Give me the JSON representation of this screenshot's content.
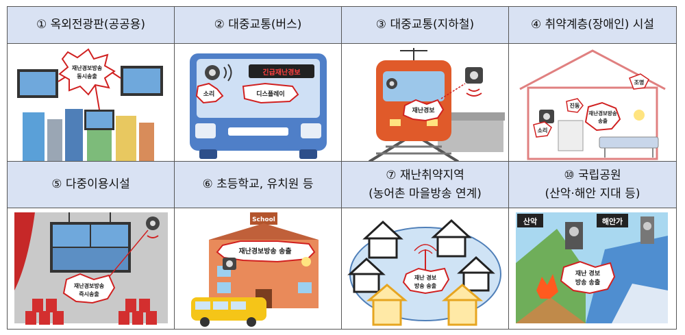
{
  "panels": [
    {
      "title": "① 옥외전광판(공공용)",
      "labels": {
        "burst": "재난경보방송\n동시송출"
      }
    },
    {
      "title": "② 대중교통(버스)",
      "labels": {
        "badge": "긴급재난경보",
        "sound": "소리",
        "display": "디스플레이"
      }
    },
    {
      "title": "③ 대중교통(지하철)",
      "labels": {
        "burst": "재난경보"
      }
    },
    {
      "title": "④ 취약계층(장애인) 시설",
      "labels": {
        "light": "조명",
        "vibe": "진동",
        "sound": "소리",
        "burst": "재난경보방송\n송출"
      }
    },
    {
      "title": "⑤ 다중이용시설",
      "labels": {
        "burst": "재난경보방송\n즉시송출"
      }
    },
    {
      "title": "⑥ 초등학교, 유치원 등",
      "labels": {
        "school": "School",
        "banner": "재난경보방송 송출"
      }
    },
    {
      "title_line1": "⑦ 재난취약지역",
      "title_line2": "(농어촌 마을방송 연계)",
      "labels": {
        "burst": "재난 경보\n방송 송출"
      }
    },
    {
      "title_line1": "⑩ 국립공원",
      "title_line2": "(산악·해안 지대 등)",
      "labels": {
        "mountain": "산악",
        "coast": "해안가",
        "burst": "재난 경보\n방송 송출"
      }
    }
  ],
  "colors": {
    "header_bg": "#d9e2f3",
    "burst_fill": "#ffffff",
    "burst_stroke": "#d02020"
  }
}
